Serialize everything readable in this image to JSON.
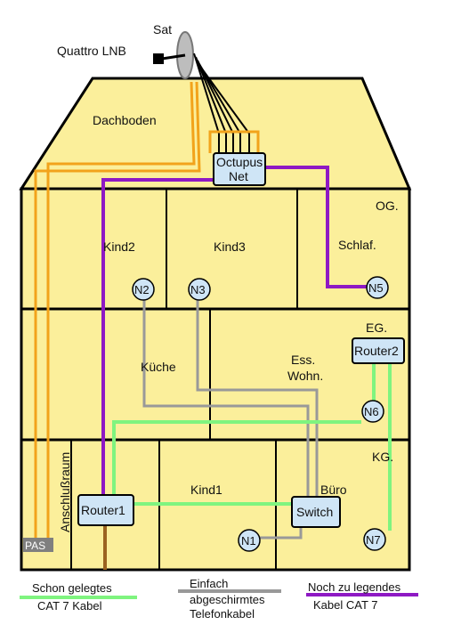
{
  "title_labels": {
    "sat": "Sat",
    "lnb": "Quattro LNB"
  },
  "rooms": {
    "dachboden": "Dachboden",
    "og": "OG.",
    "kind2": "Kind2",
    "kind3": "Kind3",
    "schlaf": "Schlaf.",
    "eg": "EG.",
    "kueche": "Küche",
    "ess_line1": "Ess.",
    "ess_line2": "Wohn.",
    "kg": "KG.",
    "anschlussraum": "Anschlußraum",
    "kind1": "Kind1",
    "buero": "Büro"
  },
  "devices": {
    "octopus_line1": "Octupus",
    "octopus_line2": "Net",
    "router1": "Router1",
    "router2": "Router2",
    "switch": "Switch",
    "pas": "PAS"
  },
  "nodes": {
    "n1": "N1",
    "n2": "N2",
    "n3": "N3",
    "n5": "N5",
    "n6": "N6",
    "n7": "N7"
  },
  "legend": {
    "green_line1": "Schon gelegtes",
    "green_line2": "CAT 7 Kabel",
    "grey_line1": "Einfach",
    "grey_line2": "abgeschirmtes",
    "grey_line3": "Telefonkabel",
    "purple_line1": "Noch zu legendes",
    "purple_line2": "Kabel CAT 7"
  },
  "colors": {
    "house_fill": "#fbef9b",
    "wall": "#000000",
    "cat7_existing": "#7ff47f",
    "phone_cable": "#999999",
    "cat7_planned": "#8e19c4",
    "sat_cable": "#f2a31b",
    "device_fill": "#cfe5f6",
    "pas_fill": "#7f7f7f",
    "router1_drop": "#9b6320"
  }
}
